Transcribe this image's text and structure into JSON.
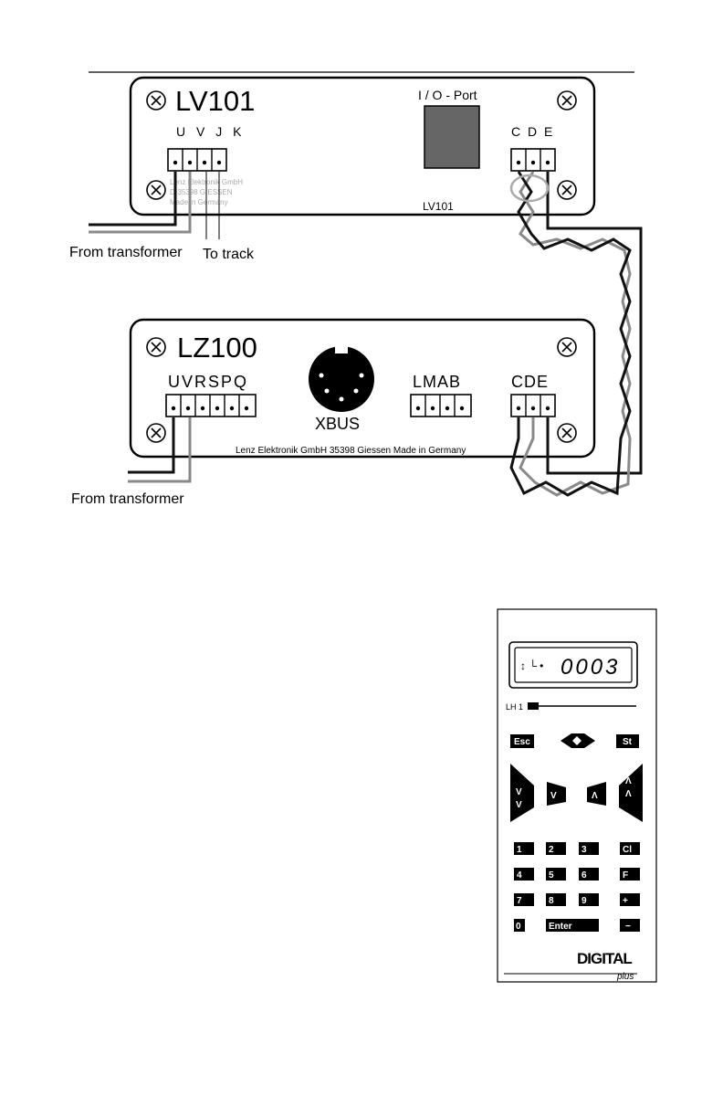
{
  "lv101": {
    "title": "LV101",
    "terminals_label": "U V J K",
    "io_port_label": "I / O - Port",
    "cde_label": "C D E",
    "model_mark": "LV101",
    "maker_line1": "Lenz Elektronik GmbH",
    "maker_line2": "D-35398 GIESSEN",
    "maker_line3": "Made in Germany"
  },
  "lz100": {
    "title": "LZ100",
    "uvrspq_label": "UVRSPQ",
    "xbus_label": "XBUS",
    "lmab_label": "LMAB",
    "cde_label": "CDE",
    "maker_line": "Lenz Elektronik GmbH 35398 Giessen Made in Germany"
  },
  "labels": {
    "from_transformer_top": "From transformer",
    "to_track": "To track",
    "from_transformer_bottom": "From transformer"
  },
  "handheld": {
    "display_glyph": "↕ └ •",
    "display_value": "0003",
    "speed_label": "LH 1",
    "esc": "Esc",
    "st": "St",
    "keys_row1": [
      "1",
      "2",
      "3",
      "Cl"
    ],
    "keys_row2": [
      "4",
      "5",
      "6",
      "F"
    ],
    "keys_row3": [
      "7",
      "8",
      "9",
      "+"
    ],
    "keys_row4": [
      "0",
      "Enter",
      "−"
    ],
    "brand": "DIGITAL",
    "brand_sub": "plus"
  },
  "colors": {
    "black_wire": "#111111",
    "gray_wire": "#8a8a8a",
    "port": "#666666"
  }
}
